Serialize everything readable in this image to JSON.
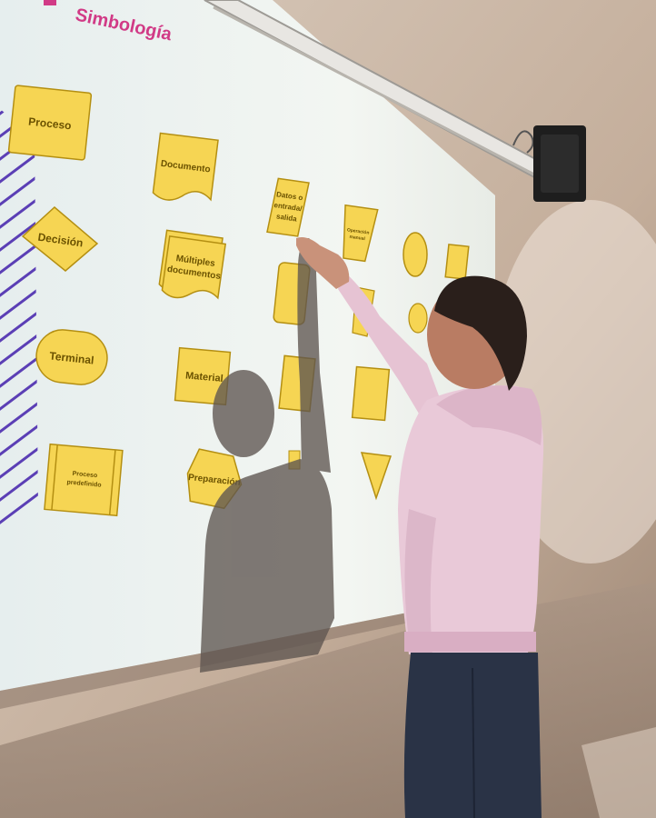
{
  "slide": {
    "title": "Simbología",
    "symbols": {
      "proceso": "Proceso",
      "documento": "Documento",
      "datos_line1": "Datos o",
      "datos_line2": "entrada/",
      "datos_line3": "salida",
      "operacion_line1": "Operación",
      "operacion_line2": "manual",
      "decision": "Decisión",
      "multiples_line1": "Múltiples",
      "multiples_line2": "documentos",
      "terminal": "Terminal",
      "material": "Material",
      "proceso_predef_line1": "Proceso",
      "proceso_predef_line2": "predefinido",
      "preparacion": "Preparación"
    }
  },
  "colors": {
    "wall": "#c8b6a6",
    "screen": "#eef3f1",
    "shape_fill": "#f6d553",
    "shape_stroke": "#b48f12",
    "title": "#d13a86",
    "stripes": "#5b3fb5",
    "hoodie": "#e9c9d8",
    "jeans": "#2a3346"
  }
}
